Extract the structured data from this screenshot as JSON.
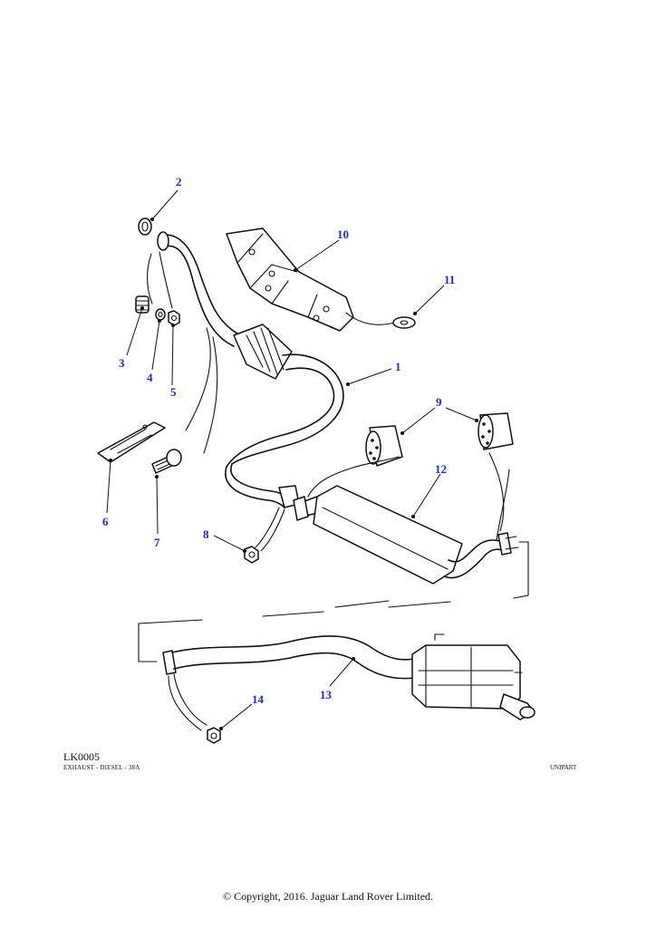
{
  "diagram": {
    "callouts": [
      "1",
      "2",
      "3",
      "4",
      "5",
      "6",
      "7",
      "8",
      "9",
      "10",
      "11",
      "12",
      "13",
      "14"
    ]
  },
  "caption": {
    "code": "LK0005",
    "description": "EXHAUST - DIESEL - 38A",
    "brand": "UNIPART"
  },
  "footer": {
    "copyright": "© Copyright, 2016. Jaguar Land Rover Limited."
  },
  "colors": {
    "callout": "#1a2ecf",
    "line": "#111111"
  }
}
